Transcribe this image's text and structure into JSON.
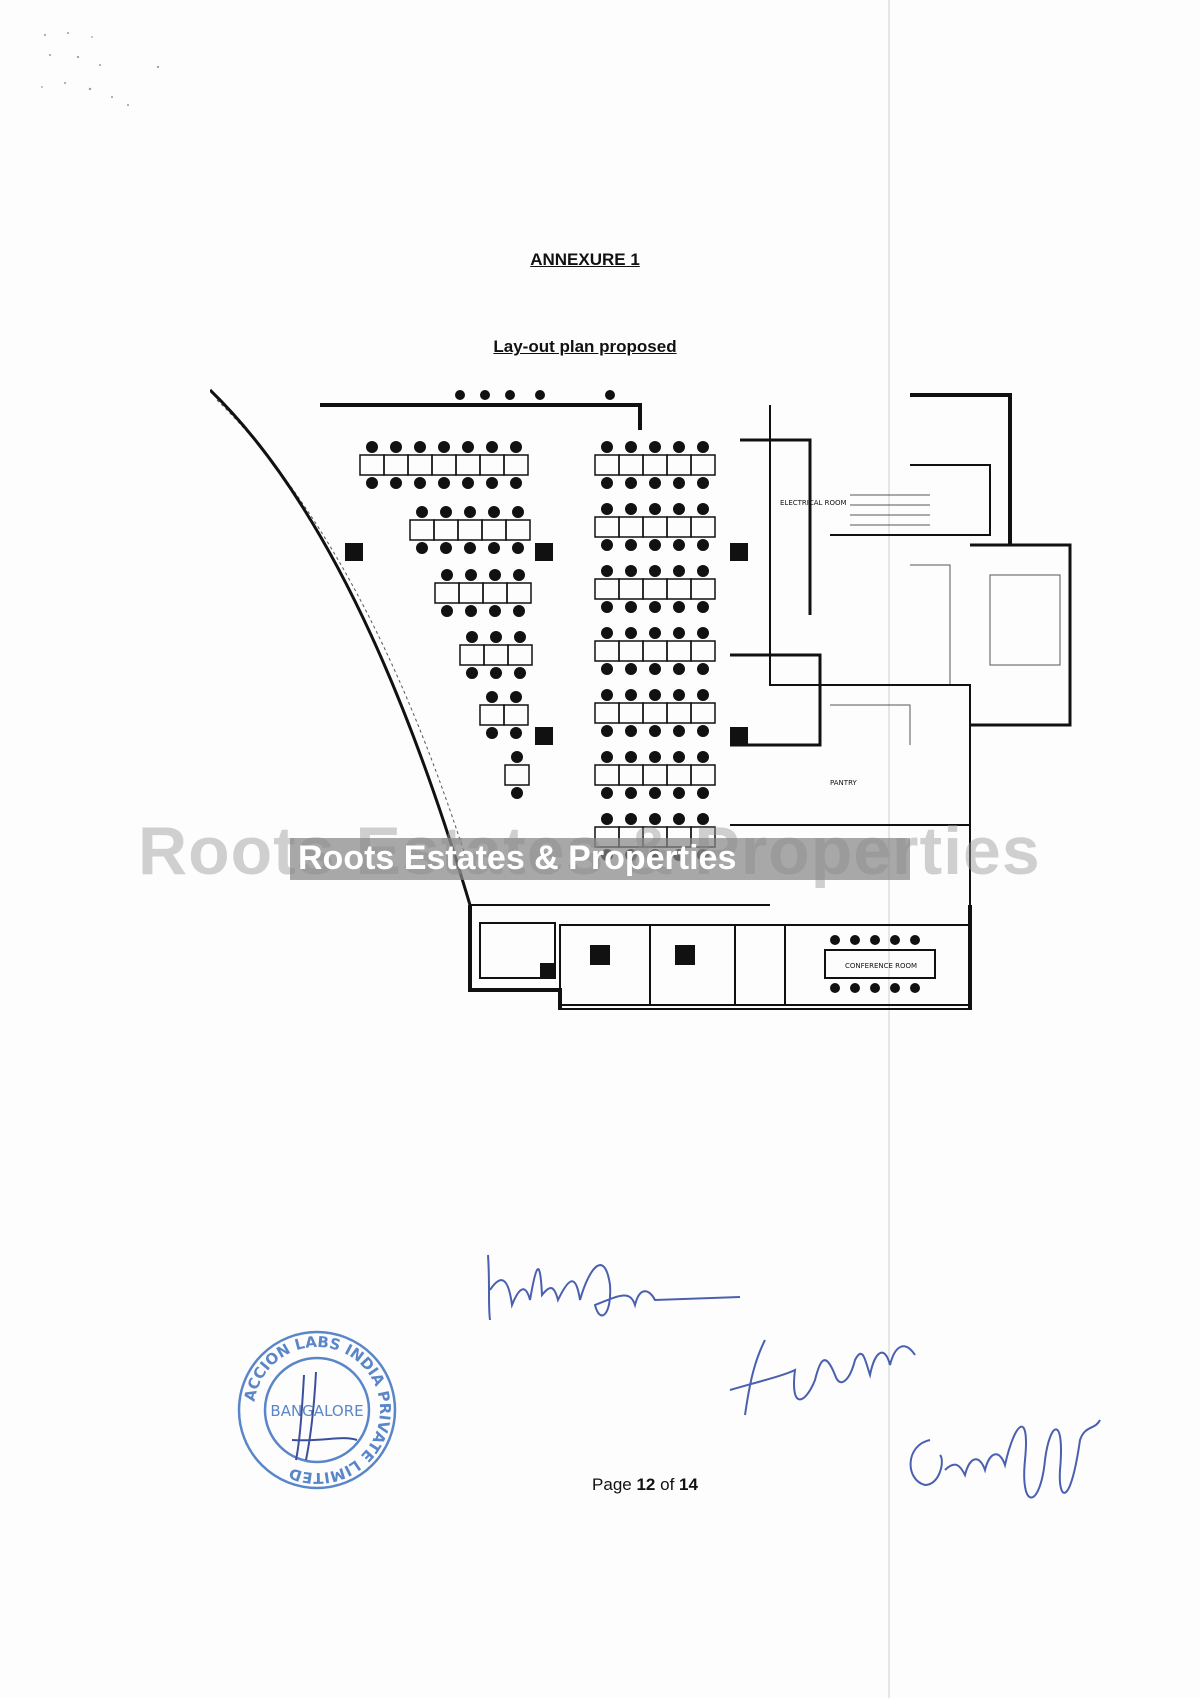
{
  "document": {
    "title": "ANNEXURE 1",
    "subtitle": "Lay-out plan proposed"
  },
  "watermark": {
    "large": "Roots Estates & Properties",
    "small": "Roots Estates & Properties"
  },
  "footer": {
    "prefix": "Page",
    "page": "12",
    "separator": "of",
    "total": "14"
  },
  "stamp": {
    "text_top": "ACCION LABS INDIA PRIVATE LIMITED",
    "text_center": "BANGALORE",
    "color": "#5a86c9"
  },
  "signature_ink": "#4a5fb0",
  "floor_plan": {
    "labels": [
      "ELECTRICAL ROOM",
      "CONFERENCE ROOM",
      "PANTRY"
    ]
  }
}
